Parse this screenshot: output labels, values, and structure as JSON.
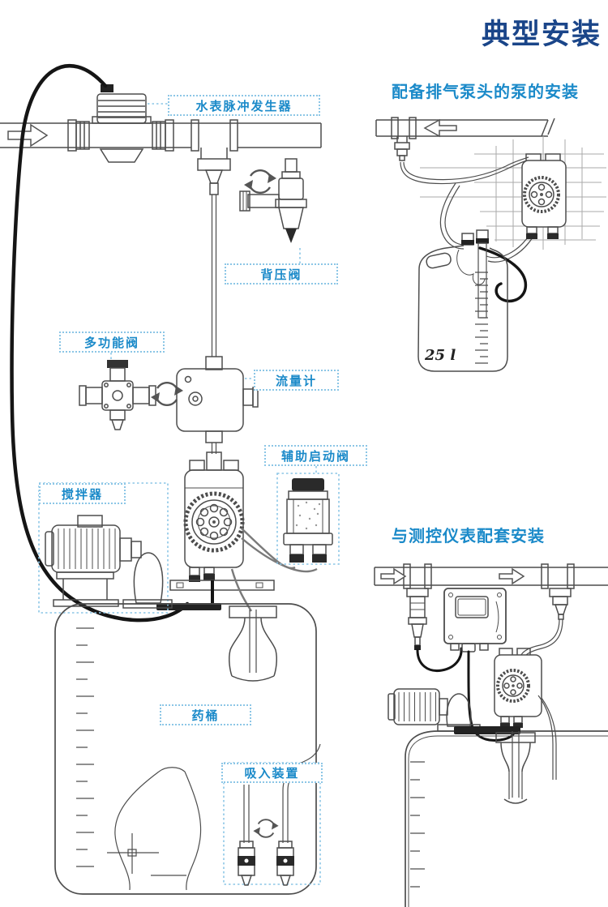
{
  "title": "典型安装",
  "colors": {
    "title_navy": "#1a4589",
    "label_blue": "#1b8ac9",
    "dotted_border_blue": "#8cc6e6",
    "line_art_gray": "#4d4d4d"
  },
  "labels": {
    "water_meter_pulser": "水表脉冲发生器",
    "back_pressure_valve": "背压阀",
    "multifunction_valve": "多功能阀",
    "flow_meter": "流量计",
    "aux_priming_valve": "辅助启动阀",
    "mixer": "搅拌器",
    "chemical_tank": "药桶",
    "suction_device": "吸入装置"
  },
  "sections": {
    "degassing_head": {
      "heading": "配备排气泵头的泵的安装",
      "canister_volume": "25 l"
    },
    "instrumentation": {
      "heading": "与测控仪表配套安装"
    }
  }
}
